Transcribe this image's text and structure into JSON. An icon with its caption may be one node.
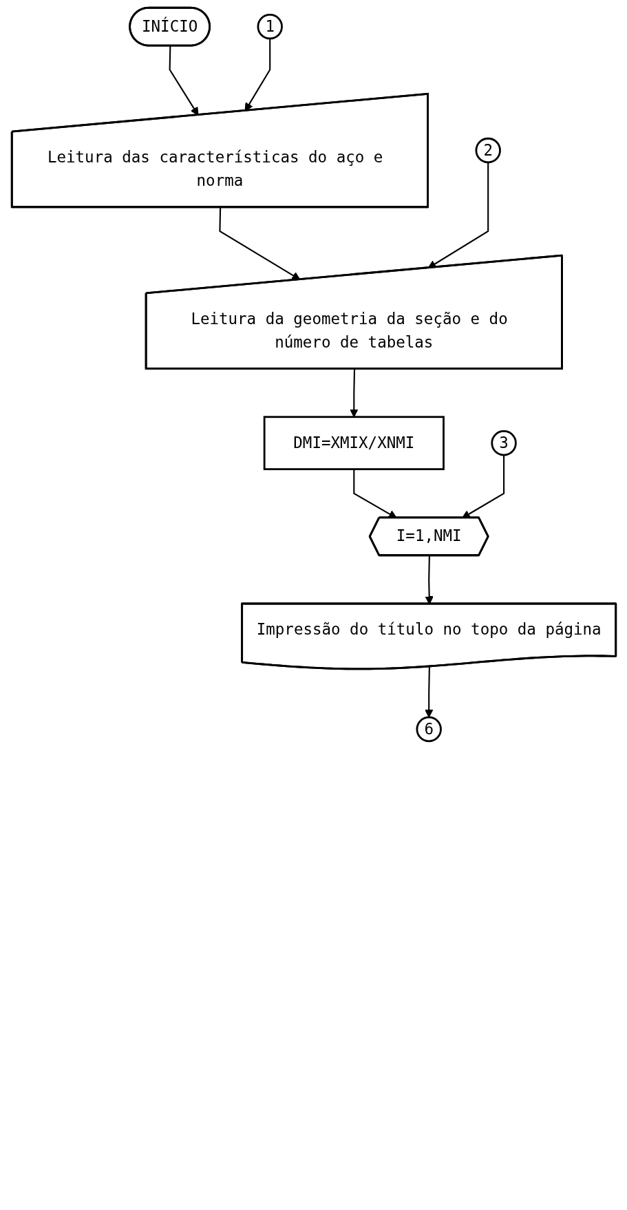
{
  "diagram": {
    "nodes": [
      {
        "text": [
          "INÍCIO"
        ]
      },
      {
        "text": [
          "1"
        ]
      },
      {
        "text": [
          "Leitura das características do aço e norma"
        ]
      },
      {
        "text": [
          "2"
        ]
      },
      {
        "text": [
          "Leitura da geometria da seção e do número de tabelas"
        ]
      },
      {
        "text": [
          "DMI=XMIX/XNMI"
        ]
      },
      {
        "text": [
          "3"
        ]
      },
      {
        "text": [
          "I=1,NMI"
        ]
      },
      {
        "text": [
          "Impressão do título no topo da página"
        ]
      },
      {
        "text": [
          "6"
        ]
      }
    ],
    "edges": [
      {
        "from": 0,
        "to": 2,
        "arrow": "to"
      },
      {
        "from": 1,
        "to": 2,
        "arrow": "to"
      },
      {
        "from": 2,
        "to": 4,
        "arrow": "to"
      },
      {
        "from": 3,
        "to": 4,
        "arrow": "to"
      },
      {
        "from": 4,
        "to": 5,
        "arrow": "to"
      },
      {
        "from": 5,
        "to": 7,
        "arrow": "to"
      },
      {
        "from": 6,
        "to": 7,
        "arrow": "to"
      },
      {
        "from": 7,
        "to": 8,
        "arrow": "to"
      },
      {
        "from": 8,
        "to": 9,
        "arrow": "to"
      }
    ]
  }
}
